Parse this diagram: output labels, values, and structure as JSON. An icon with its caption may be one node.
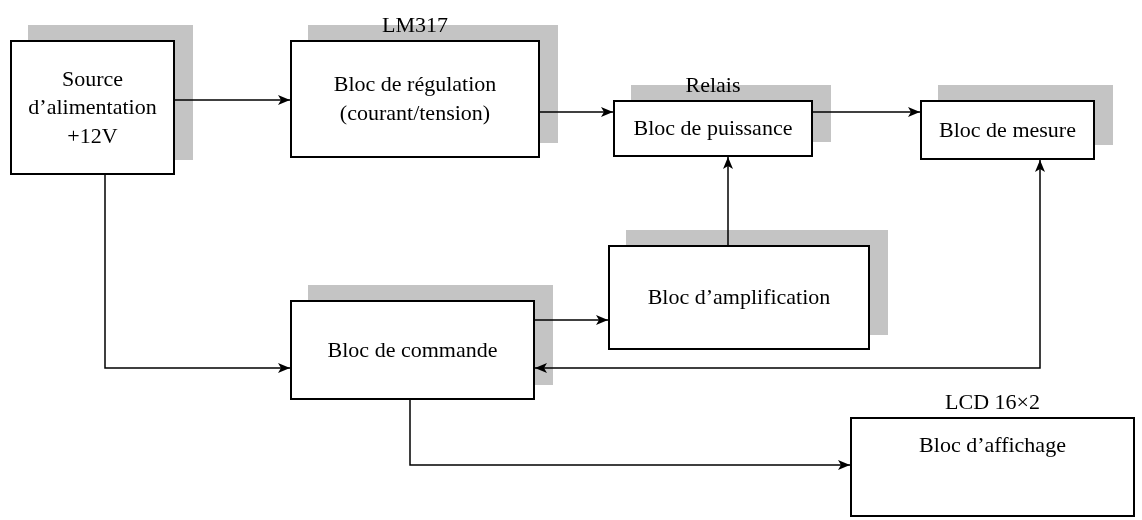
{
  "diagram": {
    "nodes": [
      {
        "text": [
          "Source d’alimentation +12V"
        ]
      },
      {
        "text": [
          "LM317",
          "Bloc de régulation (courant/tension)"
        ]
      },
      {
        "text": [
          "Relais",
          "Bloc de puissance"
        ]
      },
      {
        "text": [
          "Bloc de mesure"
        ]
      },
      {
        "text": [
          "Bloc d’amplification"
        ]
      },
      {
        "text": [
          "Bloc de commande"
        ]
      },
      {
        "text": [
          "LCD 16×2",
          "Bloc d’affichage"
        ]
      }
    ],
    "edges": [
      {
        "from": 0,
        "to": 1,
        "arrow": "to"
      },
      {
        "from": 1,
        "to": 2,
        "arrow": "to"
      },
      {
        "from": 2,
        "to": 3,
        "arrow": "to"
      },
      {
        "from": 4,
        "to": 2,
        "arrow": "to"
      },
      {
        "from": 0,
        "to": 5,
        "arrow": "to"
      },
      {
        "from": 5,
        "to": 4,
        "arrow": "to"
      },
      {
        "from": 3,
        "to": 5,
        "arrow": "both"
      },
      {
        "from": 5,
        "to": 6,
        "arrow": "to"
      }
    ]
  }
}
